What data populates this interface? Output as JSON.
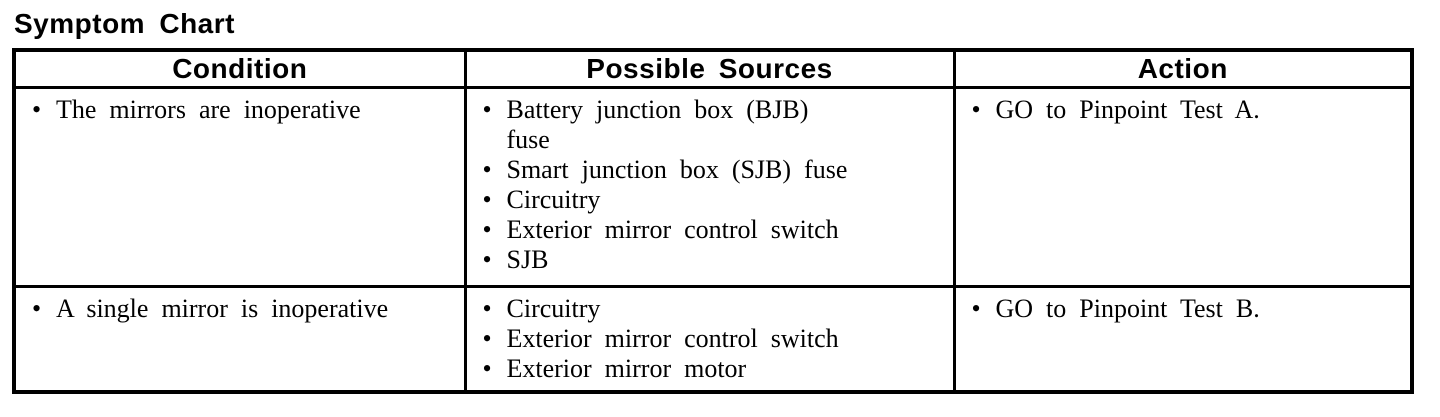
{
  "title": "Symptom Chart",
  "bullet_char": "•",
  "colors": {
    "text": "#000000",
    "background": "#ffffff",
    "border": "#000000"
  },
  "table": {
    "headers": [
      "Condition",
      "Possible Sources",
      "Action"
    ],
    "rows": [
      {
        "condition": [
          "The mirrors are inoperative"
        ],
        "sources": [
          "Battery junction box (BJB) fuse",
          "Smart junction box (SJB) fuse",
          "Circuitry",
          "Exterior mirror control switch",
          "SJB"
        ],
        "action": [
          "GO to Pinpoint Test A."
        ]
      },
      {
        "condition": [
          "A single mirror is inoperative"
        ],
        "sources": [
          "Circuitry",
          "Exterior mirror control switch",
          "Exterior mirror motor"
        ],
        "action": [
          "GO to Pinpoint Test B."
        ]
      }
    ]
  }
}
